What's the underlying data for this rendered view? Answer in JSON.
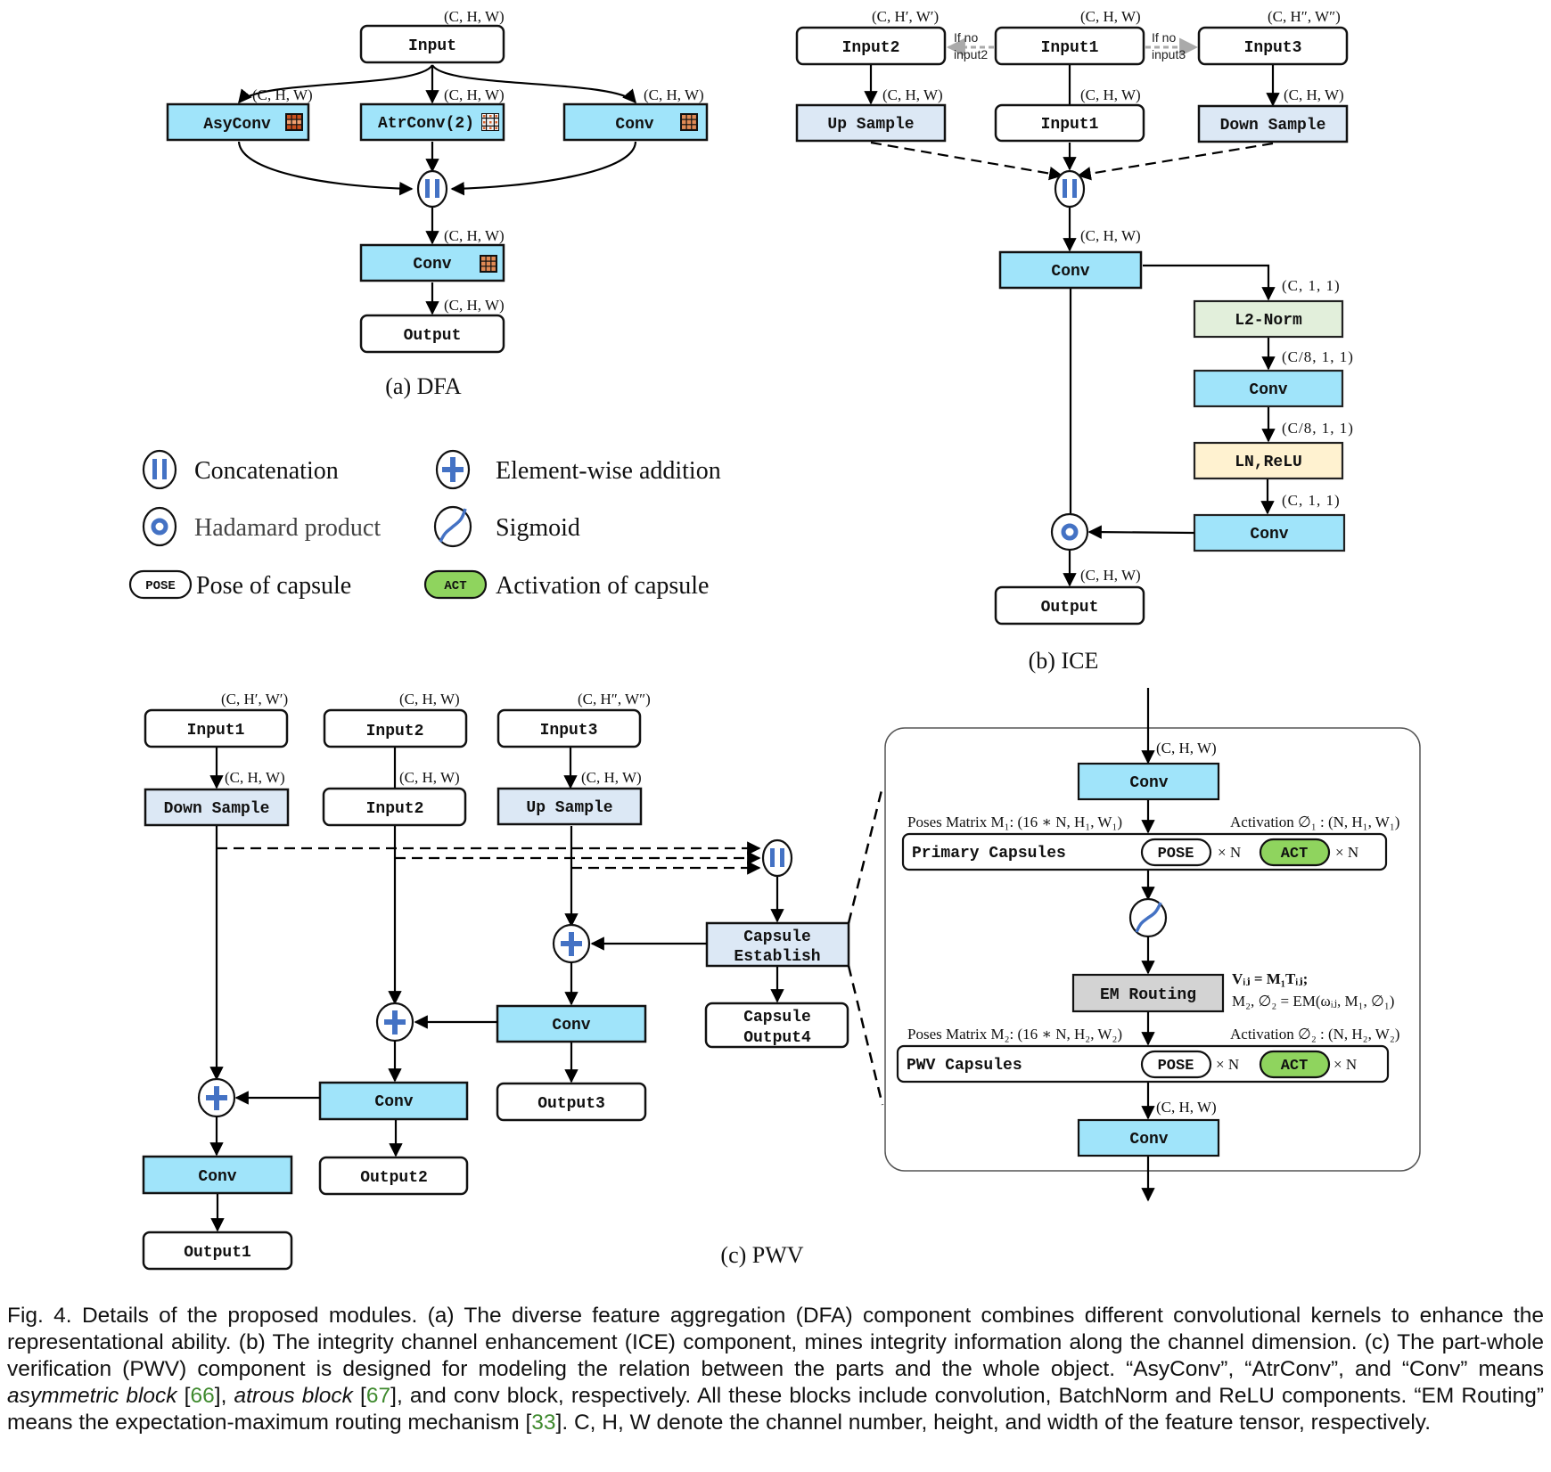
{
  "figure": {
    "colors": {
      "conv_fill": "#a0e4fa",
      "sample_fill": "#dce8f5",
      "l2norm_fill": "#e2efdb",
      "lnrelu_fill": "#fff2d0",
      "em_fill": "#d3d3d3",
      "act_fill": "#8fd45e",
      "operator_blue": "#4472c4",
      "kernel_orange": "#d9622b",
      "ref_green": "#3f8a2e"
    },
    "dfa": {
      "caption": "(a) DFA",
      "input": "Input",
      "asyconv": "AsyConv",
      "atrconv": "AtrConv(2)",
      "conv_branch": "Conv",
      "conv_merge": "Conv",
      "output": "Output",
      "dim_input": "(C, H, W)",
      "dim_asy": "(C, H, W)",
      "dim_atr": "(C, H, W)",
      "dim_conv": "(C, H, W)",
      "dim_merge": "(C, H, W)",
      "dim_output": "(C, H, W)"
    },
    "ice": {
      "caption": "(b) ICE",
      "input2": "Input2",
      "input1_top": "Input1",
      "input3": "Input3",
      "up_sample": "Up Sample",
      "input1_mid": "Input1",
      "down_sample": "Down Sample",
      "conv_main": "Conv",
      "l2norm": "L2-Norm",
      "conv_reduce": "Conv",
      "ln_relu": "LN,ReLU",
      "conv_expand": "Conv",
      "output": "Output",
      "note_left": [
        "If no",
        "input2"
      ],
      "note_right": [
        "If no",
        "input3"
      ],
      "dim_input2": "(C, H′, W′)",
      "dim_input1": "(C, H, W)",
      "dim_input3": "(C, H″, W″)",
      "dim_up": "(C, H, W)",
      "dim_mid": "(C, H, W)",
      "dim_down": "(C, H, W)",
      "dim_conv": "(C, H, W)",
      "dim_l2": "(C, 1, 1)",
      "dim_reduce": "(C/8, 1, 1)",
      "dim_ln": "(C/8, 1, 1)",
      "dim_expand": "(C, 1, 1)",
      "dim_output": "(C, H, W)"
    },
    "legend": {
      "concatenation": "Concatenation",
      "addition": "Element-wise addition",
      "hadamard": "Hadamard product",
      "sigmoid": "Sigmoid",
      "pose_tag": "POSE",
      "pose": "Pose of capsule",
      "act_tag": "ACT",
      "act": "Activation of capsule"
    },
    "pwv": {
      "caption": "(c) PWV",
      "input1": "Input1",
      "input2_top": "Input2",
      "input3": "Input3",
      "down_sample": "Down Sample",
      "input2_mid": "Input2",
      "up_sample": "Up Sample",
      "capsule_establish": [
        "Capsule",
        "Establish"
      ],
      "capsule_output4": [
        "Capsule",
        "Output4"
      ],
      "conv3": "Conv",
      "output3": "Output3",
      "conv2": "Conv",
      "output2": "Output2",
      "conv1": "Conv",
      "output1": "Output1",
      "dim_input1": "(C, H′, W′)",
      "dim_input2": "(C, H, W)",
      "dim_input3": "(C, H″, W″)",
      "dim_down": "(C, H, W)",
      "dim_mid": "(C, H, W)",
      "dim_up": "(C, H, W)",
      "detail": {
        "dim_in": "(C, H, W)",
        "conv_in": "Conv",
        "poses1": "Poses Matrix M₁: (16 ∗ N, H₁, W₁)",
        "activation1": "Activation ∅₁ : (N, H₁, W₁)",
        "primary": "Primary Capsules",
        "pose_tag": "POSE",
        "act_tag": "ACT",
        "times_n": "× N",
        "em_routing": "EM Routing",
        "eq1": "Vᵢⱼ = M₁Tᵢⱼ;",
        "eq2": "M₂, ∅₂ = EM(ωᵢⱼ, M₁, ∅₁)",
        "poses2": "Poses Matrix M₂: (16 ∗ N, H₂, W₂)",
        "activation2": "Activation ∅₂ : (N, H₂, W₂)",
        "pwv_caps": "PWV Capsules",
        "dim_out": "(C, H, W)",
        "conv_out": "Conv"
      }
    }
  },
  "caption": {
    "p1": "Fig. 4. Details of the proposed modules. (a) The diverse feature aggregation (DFA) component combines different convolutional kernels to enhance the representational ability. (b) The integrity channel enhancement (ICE) component, mines integrity information along the channel dimension. (c) The part-whole verification (PWV) component is designed for modeling the relation between the parts and the whole object. “AsyConv”, “AtrConv”, and “Conv” means ",
    "asym": "asymmetric block",
    "ref66": "66",
    "mid1": ", ",
    "atrous": "atrous block",
    "ref67": "67",
    "p2": ", and conv block, respectively. All these blocks include convolution, BatchNorm and ReLU components. “EM Routing” means the expectation-maximum routing mechanism ",
    "ref33": "33",
    "p3": ". C, H, W denote the channel number, height, and width of the feature tensor, respectively."
  }
}
